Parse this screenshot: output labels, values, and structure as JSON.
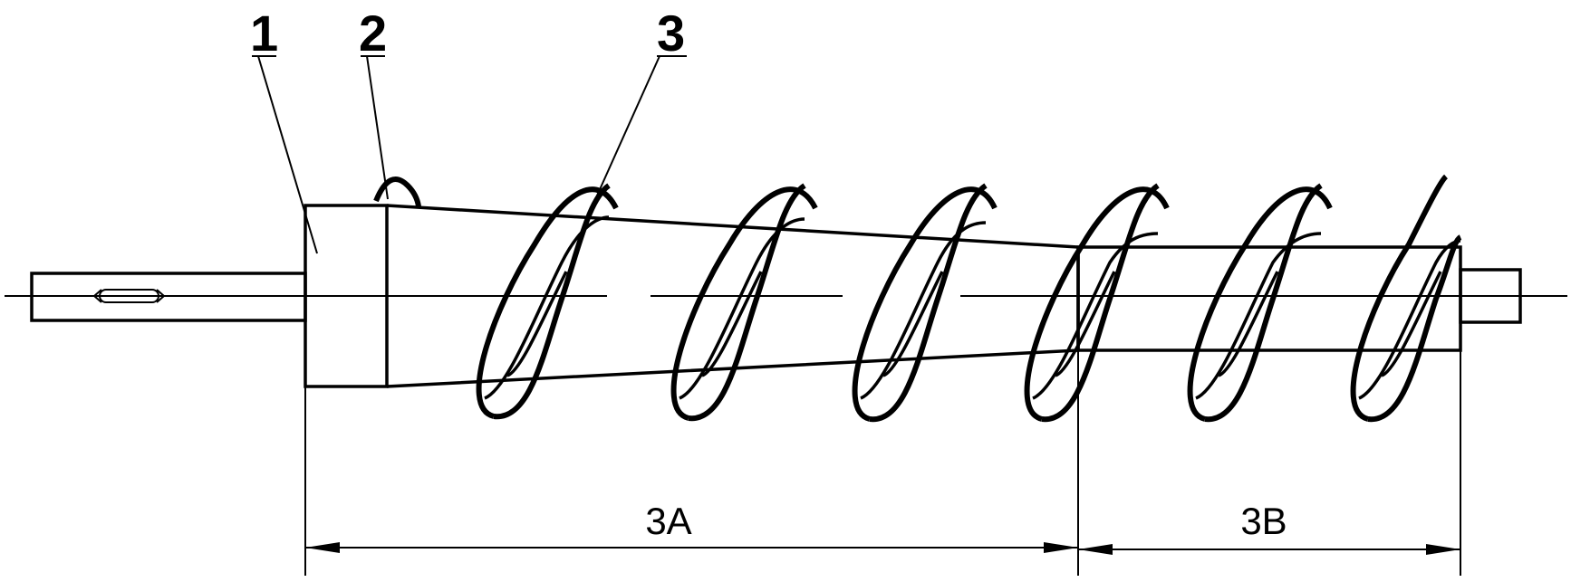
{
  "labels": {
    "part_1": "1",
    "part_2": "2",
    "part_3": "3",
    "dim_3a": "3A",
    "dim_3b": "3B"
  },
  "colors": {
    "line": "#000000",
    "background": "#ffffff"
  }
}
